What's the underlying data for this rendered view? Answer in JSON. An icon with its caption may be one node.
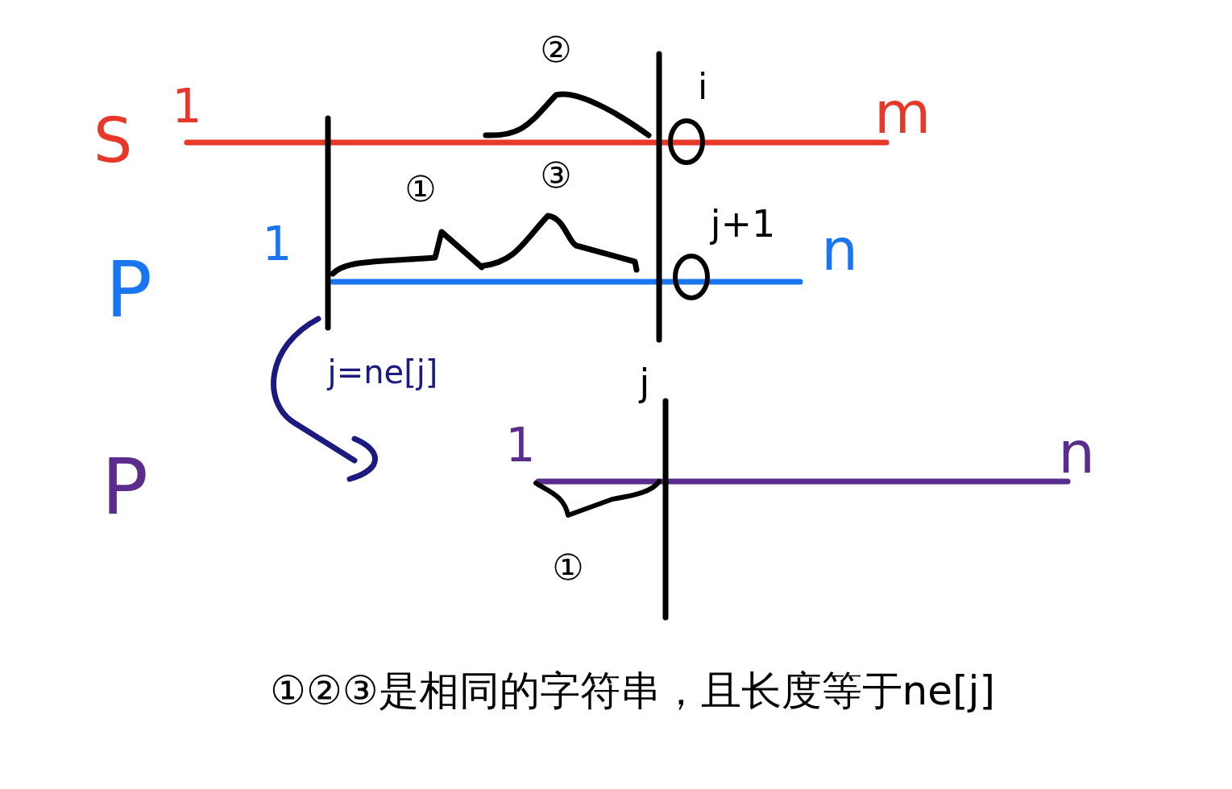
{
  "diagram": {
    "caption": "①②③是相同的字符串，且长度等于ne[j]",
    "labels": [
      "S",
      "1",
      "②",
      "i",
      "m",
      "①",
      "③",
      "P",
      "1",
      "j+1",
      "n",
      "j=ne[j]",
      "j",
      "P",
      "1",
      "n",
      "①"
    ]
  }
}
